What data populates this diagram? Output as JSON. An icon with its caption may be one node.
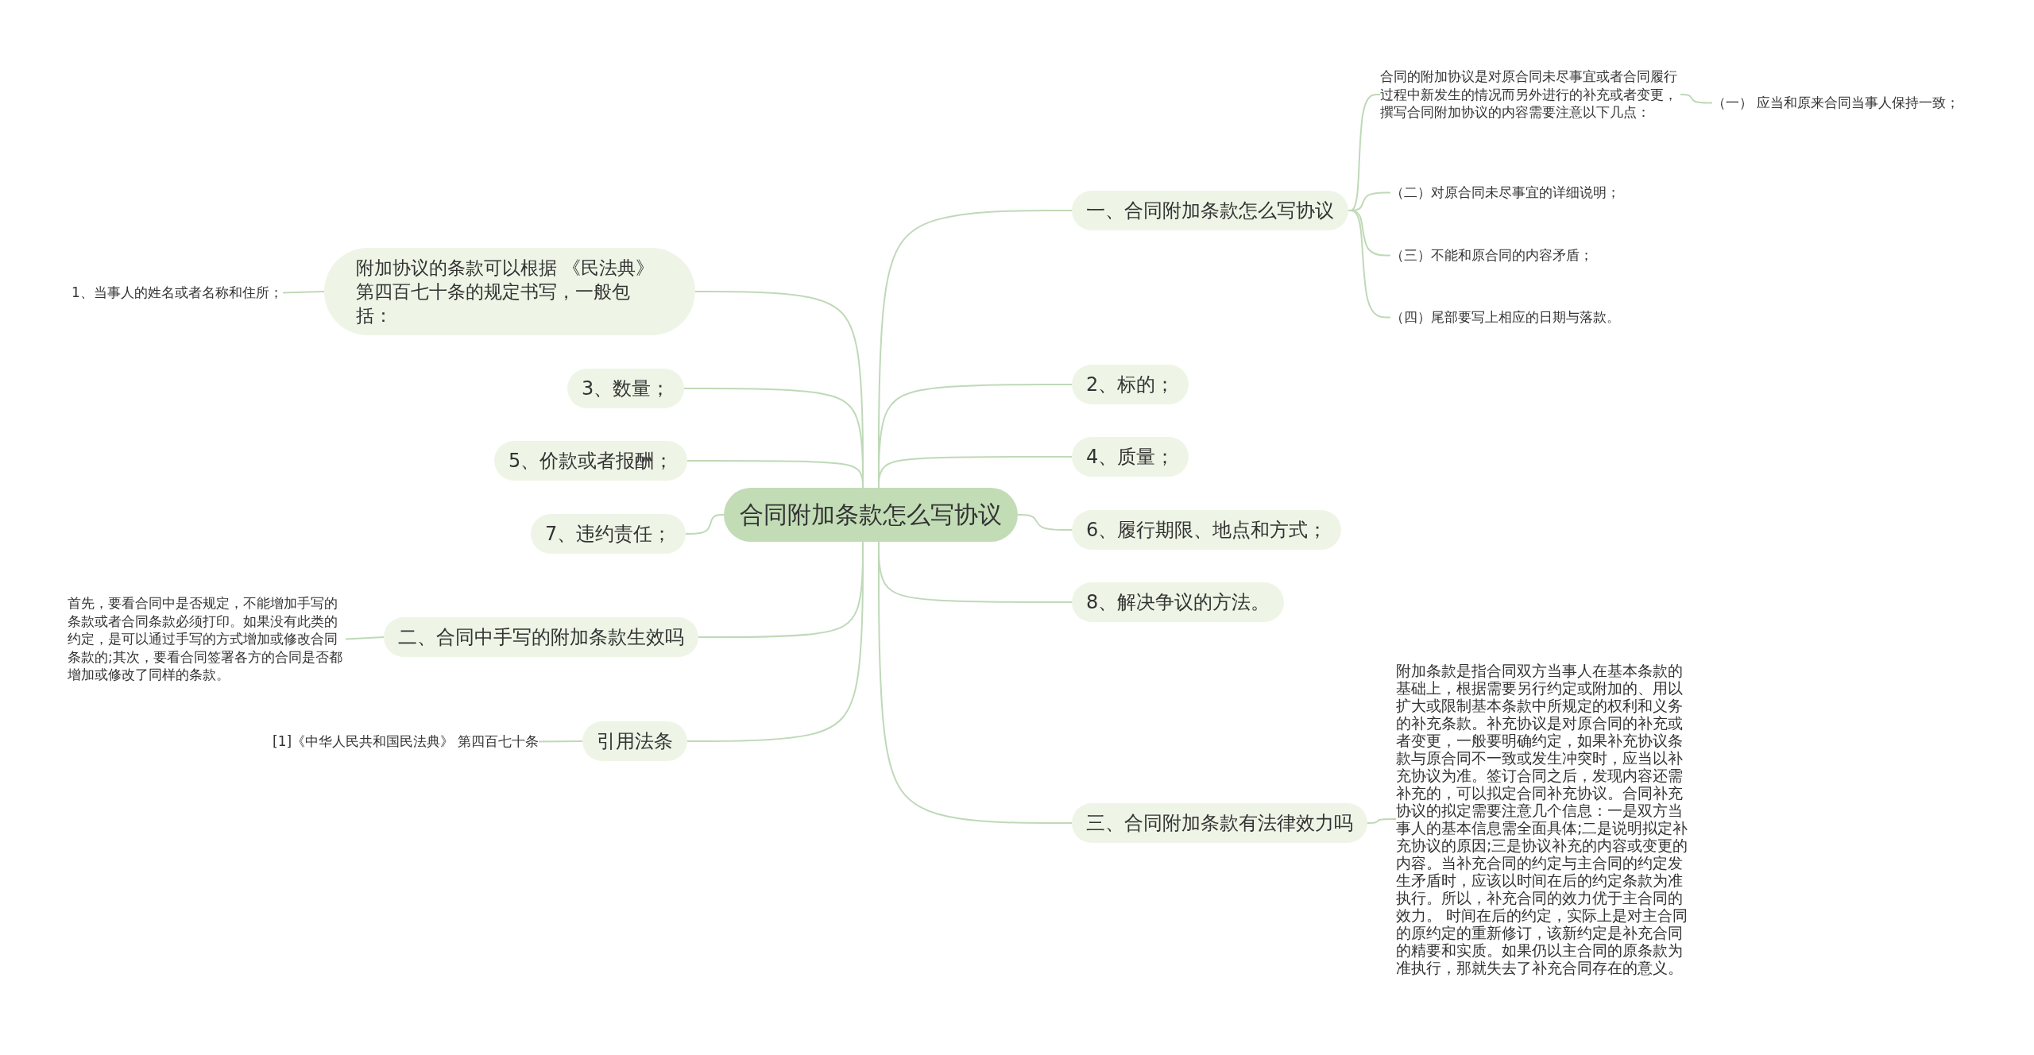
{
  "diagram": {
    "nodes": [
      {
        "text": [
          "合同附加条款怎么写协议"
        ]
      },
      {
        "text": [
          "一、合同附加条款怎么写协议"
        ]
      },
      {
        "text": [
          "合同的附加协议是对原合同未尽事宜或者合同履行过程中新发生的情况而另外进行的补充或者变更，撰写合同附加协议的内容需要注意以下几点："
        ]
      },
      {
        "text": [
          "（一） 应当和原来合同当事人保持一致；"
        ]
      },
      {
        "text": [
          "（二）对原合同未尽事宜的详细说明；"
        ]
      },
      {
        "text": [
          "（三）不能和原合同的内容矛盾；"
        ]
      },
      {
        "text": [
          "（四）尾部要写上相应的日期与落款。"
        ]
      },
      {
        "text": [
          "2、标的；"
        ]
      },
      {
        "text": [
          "4、质量；"
        ]
      },
      {
        "text": [
          "6、履行期限、地点和方式；"
        ]
      },
      {
        "text": [
          "8、解决争议的方法。"
        ]
      },
      {
        "text": [
          "三、合同附加条款有法律效力吗"
        ]
      },
      {
        "text": [
          "附加条款是指合同双方当事人在基本条款的基础上，根据需要另行约定或附加的、用以扩大或限制基本条款中所规定的权利和义务的补充条款。补充协议是对原合同的补充或者变更，一般要明确约定，如果补充协议条款与原合同不一致或发生冲突时，应当以补充协议为准。签订合同之后，发现内容还需补充的，可以拟定合同补充协议。合同补充协议的拟定需要注意几个信息：一是双方当事人的基本信息需全面具体;二是说明拟定补充协议的原因;三是协议补充的内容或变更的内容。当补充合同的约定与主合同的约定发生矛盾时，应该以时间在后的约定条款为准执行。所以，补充合同的效力优于主合同的效力。 时间在后的约定，实际上是对主合同的原约定的重新修订，该新约定是补充合同的精要和实质。如果仍以主合同的原条款为准执行，那就失去了补充合同存在的意义。"
        ]
      },
      {
        "text": [
          "附加协议的条款可以根据 《民法典》第四百七十条的规定书写，一般包括："
        ]
      },
      {
        "text": [
          "1、当事人的姓名或者名称和住所；"
        ]
      },
      {
        "text": [
          "3、数量；"
        ]
      },
      {
        "text": [
          "5、价款或者报酬；"
        ]
      },
      {
        "text": [
          "7、违约责任；"
        ]
      },
      {
        "text": [
          "二、合同中手写的附加条款生效吗"
        ]
      },
      {
        "text": [
          "首先，要看合同中是否规定，不能增加手写的条款或者合同条款必须打印。如果没有此类的约定，是可以通过手写的方式增加或修改合同条款的;其次，要看合同签署各方的合同是否都增加或修改了同样的条款。"
        ]
      },
      {
        "text": [
          "引用法条"
        ]
      },
      {
        "text": [
          "[1]《中华人民共和国民法典》 第四百七十条"
        ]
      }
    ],
    "edges": [
      {
        "from": 0,
        "to": 1,
        "arrow": "none"
      },
      {
        "from": 1,
        "to": 2,
        "arrow": "none"
      },
      {
        "from": 2,
        "to": 3,
        "arrow": "none"
      },
      {
        "from": 1,
        "to": 4,
        "arrow": "none"
      },
      {
        "from": 1,
        "to": 5,
        "arrow": "none"
      },
      {
        "from": 1,
        "to": 6,
        "arrow": "none"
      },
      {
        "from": 0,
        "to": 7,
        "arrow": "none"
      },
      {
        "from": 0,
        "to": 8,
        "arrow": "none"
      },
      {
        "from": 0,
        "to": 9,
        "arrow": "none"
      },
      {
        "from": 0,
        "to": 10,
        "arrow": "none"
      },
      {
        "from": 0,
        "to": 11,
        "arrow": "none"
      },
      {
        "from": 11,
        "to": 12,
        "arrow": "none"
      },
      {
        "from": 0,
        "to": 13,
        "arrow": "none"
      },
      {
        "from": 13,
        "to": 14,
        "arrow": "none"
      },
      {
        "from": 0,
        "to": 15,
        "arrow": "none"
      },
      {
        "from": 0,
        "to": 16,
        "arrow": "none"
      },
      {
        "from": 0,
        "to": 17,
        "arrow": "none"
      },
      {
        "from": 0,
        "to": 18,
        "arrow": "none"
      },
      {
        "from": 18,
        "to": 19,
        "arrow": "none"
      },
      {
        "from": 0,
        "to": 20,
        "arrow": "none"
      },
      {
        "from": 20,
        "to": 21,
        "arrow": "none"
      }
    ]
  }
}
